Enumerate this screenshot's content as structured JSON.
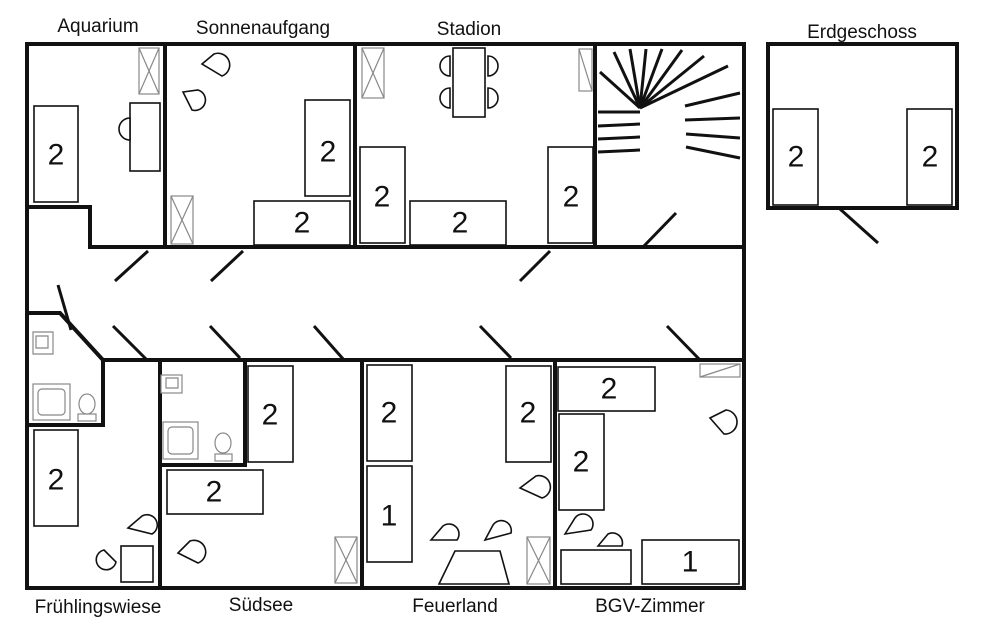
{
  "rooms": {
    "aquarium": "Aquarium",
    "sonnenaufgang": "Sonnenaufgang",
    "stadion": "Stadion",
    "erdgeschoss": "Erdgeschoss",
    "fruehlingswiese": "Frühlingswiese",
    "suedsee": "Südsee",
    "feuerland": "Feuerland",
    "bgv_zimmer": "BGV-Zimmer"
  },
  "beds": {
    "aquarium_bed": "2",
    "sonnenaufgang_right": "2",
    "sonnenaufgang_bottom": "2",
    "stadion_left": "2",
    "stadion_bottom": "2",
    "stadion_right": "2",
    "erdgeschoss_left": "2",
    "erdgeschoss_right": "2",
    "fruehlingswiese_bed": "2",
    "suedsee_top": "2",
    "suedsee_middle": "2",
    "feuerland_left_top": "2",
    "feuerland_left_bottom": "1",
    "feuerland_right": "2",
    "bgv_top": "2",
    "bgv_left": "2",
    "bgv_bottom_right": "1"
  },
  "icons": [
    "wardrobe-icon",
    "chair-icon",
    "table-icon",
    "sink-icon",
    "toilet-icon",
    "shower-icon",
    "staircase-icon",
    "door-icon"
  ]
}
